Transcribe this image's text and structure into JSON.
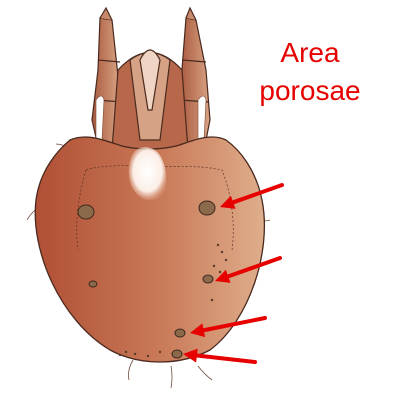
{
  "figure": {
    "label_lines": [
      "Area",
      "porosae"
    ],
    "label_color": "#e60000",
    "arrow_color": "#e60000",
    "body_colors": {
      "left": "#b3543a",
      "right": "#d9a07e",
      "outline": "#4a2a1e"
    },
    "pore_area_count": 4
  }
}
